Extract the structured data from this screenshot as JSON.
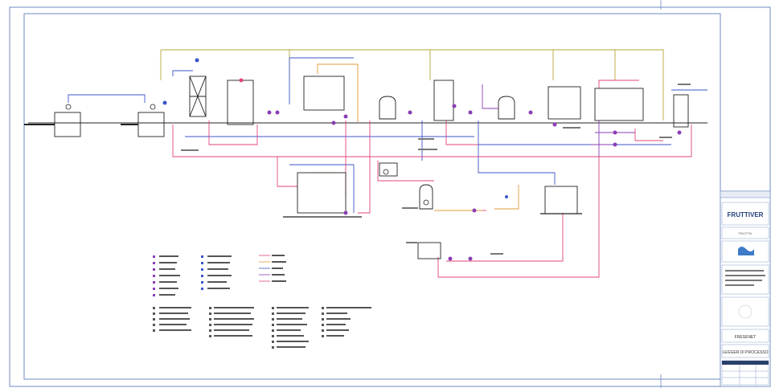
{
  "title_block": {
    "logo_text": "FRUTTIVER",
    "sheet_label": "FRUTTIV",
    "description": "",
    "project_label": "FRESENET",
    "drawing_label": "LEGGER DI PROCESSO"
  },
  "colors": {
    "border": "#5a7ab5",
    "pipe_red": "#e0457a",
    "pipe_blue": "#3d56c8",
    "pipe_purple": "#8a3db5",
    "pipe_orange": "#e39a3a",
    "pipe_olive": "#b8a63a",
    "equipment": "#222222"
  }
}
